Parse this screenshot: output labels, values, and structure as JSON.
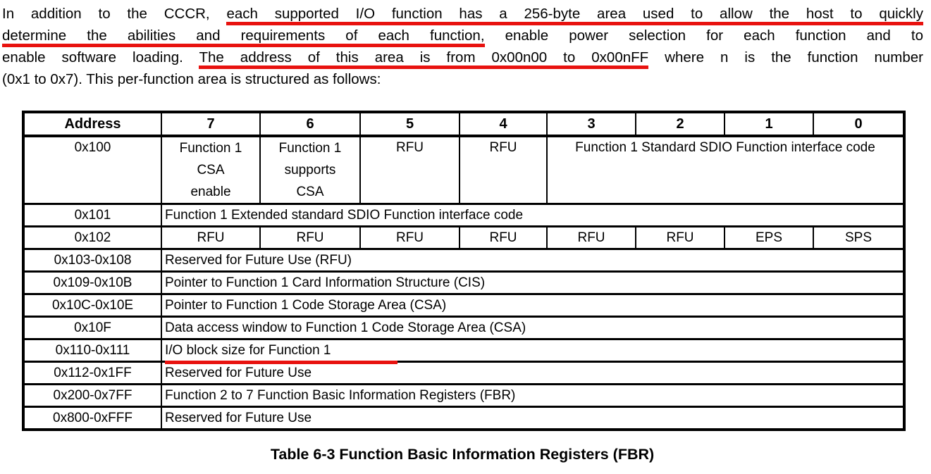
{
  "colors": {
    "annotation_red": "#e8120f",
    "ink": "#000000"
  },
  "paragraph": {
    "line1": {
      "pre": "In addition to the CCCR, ",
      "underlined": "each supported I/O function has a 256-byte area used to allow the host to quickly"
    },
    "line2": {
      "underlined": "determine the abilities and requirements of each function,",
      "post": " enable power selection for each function and to"
    },
    "line3": {
      "pre": "enable software loading. ",
      "underlined": "The address of this area is from 0x00n00 to 0x00nFF",
      "post": " where n is the function number"
    },
    "line4": "(0x1 to 0x7). This per-function area is structured as follows:"
  },
  "table": {
    "headers": [
      "Address",
      "7",
      "6",
      "5",
      "4",
      "3",
      "2",
      "1",
      "0"
    ],
    "rows": [
      {
        "address": "0x100",
        "bit7_lines": [
          "Function 1",
          "CSA",
          "enable"
        ],
        "bit6_lines": [
          "Function 1",
          "supports",
          "CSA"
        ],
        "bit5": "RFU",
        "bit4": "RFU",
        "bits_3_0": "Function 1 Standard SDIO Function interface code"
      },
      {
        "address": "0x101",
        "description": "Function 1 Extended standard SDIO Function interface code"
      },
      {
        "address": "0x102",
        "cells": [
          "RFU",
          "RFU",
          "RFU",
          "RFU",
          "RFU",
          "RFU",
          "EPS",
          "SPS"
        ]
      },
      {
        "address": "0x103-0x108",
        "description": "Reserved for Future Use (RFU)"
      },
      {
        "address": "0x109-0x10B",
        "description": "Pointer to Function 1 Card Information Structure (CIS)"
      },
      {
        "address": "0x10C-0x10E",
        "description": "Pointer to Function 1 Code Storage Area (CSA)"
      },
      {
        "address": "0x10F",
        "description": "Data access window to Function 1 Code Storage Area (CSA)"
      },
      {
        "address": "0x110-0x111",
        "description": "I/O block size for Function 1"
      },
      {
        "address": "0x112-0x1FF",
        "description": "Reserved for Future Use"
      },
      {
        "address": "0x200-0x7FF",
        "description": "Function 2 to 7 Function Basic Information Registers (FBR)"
      },
      {
        "address": "0x800-0xFFF",
        "description": "Reserved for Future Use"
      }
    ]
  },
  "caption": "Table 6-3 Function Basic Information Registers (FBR)"
}
